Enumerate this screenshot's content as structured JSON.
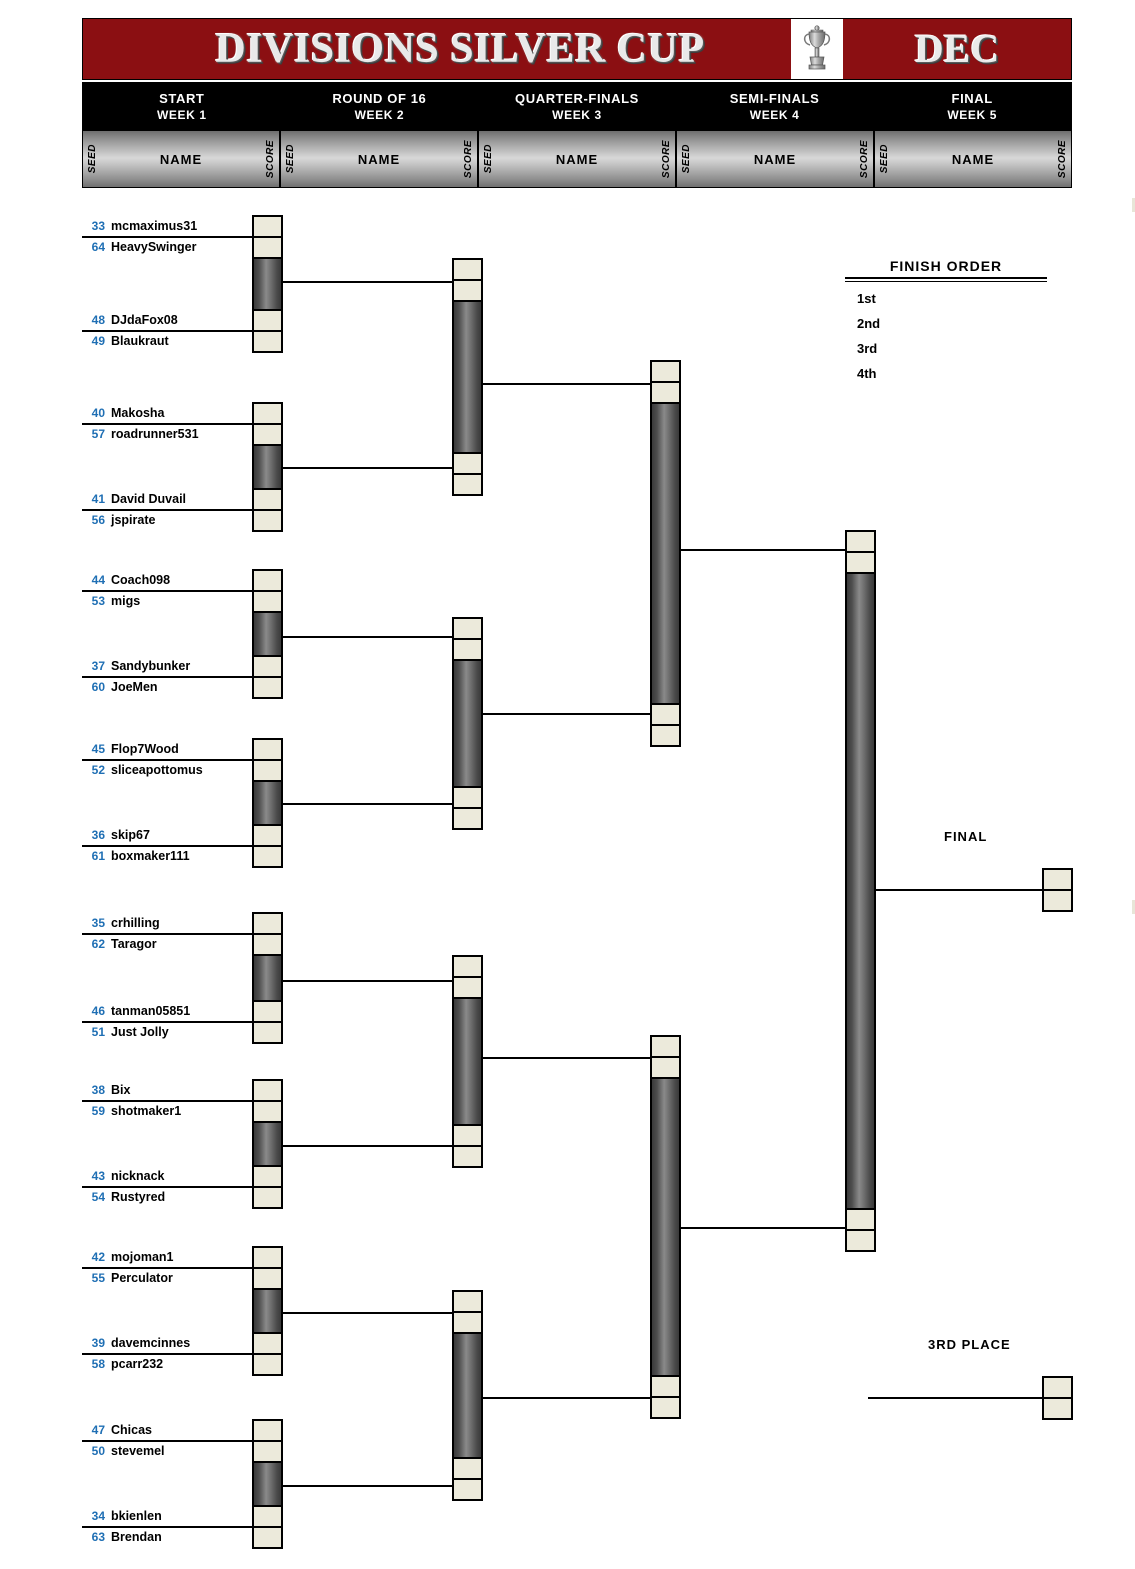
{
  "header": {
    "title": "DIVISIONS SILVER CUP",
    "month": "DEC",
    "trophy_icon": "trophy-icon",
    "banner_color": "#8b0f12",
    "rounds": [
      {
        "name": "START",
        "week": "WEEK 1"
      },
      {
        "name": "ROUND OF 16",
        "week": "WEEK 2"
      },
      {
        "name": "QUARTER-FINALS",
        "week": "WEEK 3"
      },
      {
        "name": "SEMI-FINALS",
        "week": "WEEK 4"
      },
      {
        "name": "FINAL",
        "week": "WEEK 5"
      }
    ],
    "columns": {
      "seed": "SEED",
      "name": "NAME",
      "score": "SCORE"
    }
  },
  "finish_order": {
    "title": "FINISH ORDER",
    "rows": [
      {
        "place": "1st",
        "winner": ""
      },
      {
        "place": "2nd",
        "winner": ""
      },
      {
        "place": "3rd",
        "winner": ""
      },
      {
        "place": "4th",
        "winner": ""
      }
    ]
  },
  "captions": {
    "final": "FINAL",
    "third_place": "3RD PLACE"
  },
  "seed_color": "#1f6fb4",
  "score_box_color": "#eceadb",
  "bracket": {
    "round1": [
      {
        "seed": "33",
        "name": "mcmaximus31",
        "score": ""
      },
      {
        "seed": "64",
        "name": "HeavySwinger",
        "score": ""
      },
      {
        "seed": "48",
        "name": "DJdaFox08",
        "score": ""
      },
      {
        "seed": "49",
        "name": "Blaukraut",
        "score": ""
      },
      {
        "seed": "40",
        "name": "Makosha",
        "score": ""
      },
      {
        "seed": "57",
        "name": "roadrunner531",
        "score": ""
      },
      {
        "seed": "41",
        "name": "David Duvail",
        "score": ""
      },
      {
        "seed": "56",
        "name": "jspirate",
        "score": ""
      },
      {
        "seed": "44",
        "name": "Coach098",
        "score": ""
      },
      {
        "seed": "53",
        "name": "migs",
        "score": ""
      },
      {
        "seed": "37",
        "name": "Sandybunker",
        "score": ""
      },
      {
        "seed": "60",
        "name": "JoeMen",
        "score": ""
      },
      {
        "seed": "45",
        "name": "Flop7Wood",
        "score": ""
      },
      {
        "seed": "52",
        "name": "sliceapottomus",
        "score": ""
      },
      {
        "seed": "36",
        "name": "skip67",
        "score": ""
      },
      {
        "seed": "61",
        "name": "boxmaker111",
        "score": ""
      },
      {
        "seed": "35",
        "name": "crhilling",
        "score": ""
      },
      {
        "seed": "62",
        "name": "Taragor",
        "score": ""
      },
      {
        "seed": "46",
        "name": "tanman05851",
        "score": ""
      },
      {
        "seed": "51",
        "name": "Just Jolly",
        "score": ""
      },
      {
        "seed": "38",
        "name": "Bix",
        "score": ""
      },
      {
        "seed": "59",
        "name": "shotmaker1",
        "score": ""
      },
      {
        "seed": "43",
        "name": "nicknack",
        "score": ""
      },
      {
        "seed": "54",
        "name": "Rustyred",
        "score": ""
      },
      {
        "seed": "42",
        "name": "mojoman1",
        "score": ""
      },
      {
        "seed": "55",
        "name": "Perculator",
        "score": ""
      },
      {
        "seed": "39",
        "name": "davemcinnes",
        "score": ""
      },
      {
        "seed": "58",
        "name": "pcarr232",
        "score": ""
      },
      {
        "seed": "47",
        "name": "Chicas",
        "score": ""
      },
      {
        "seed": "50",
        "name": "stevemel",
        "score": ""
      },
      {
        "seed": "34",
        "name": "bkienlen",
        "score": ""
      },
      {
        "seed": "63",
        "name": "Brendan",
        "score": ""
      }
    ],
    "round2": [
      {
        "seed": "",
        "name": "",
        "score": ""
      },
      {
        "seed": "",
        "name": "",
        "score": ""
      },
      {
        "seed": "",
        "name": "",
        "score": ""
      },
      {
        "seed": "",
        "name": "",
        "score": ""
      },
      {
        "seed": "",
        "name": "",
        "score": ""
      },
      {
        "seed": "",
        "name": "",
        "score": ""
      },
      {
        "seed": "",
        "name": "",
        "score": ""
      },
      {
        "seed": "",
        "name": "",
        "score": ""
      },
      {
        "seed": "",
        "name": "",
        "score": ""
      },
      {
        "seed": "",
        "name": "",
        "score": ""
      },
      {
        "seed": "",
        "name": "",
        "score": ""
      },
      {
        "seed": "",
        "name": "",
        "score": ""
      },
      {
        "seed": "",
        "name": "",
        "score": ""
      },
      {
        "seed": "",
        "name": "",
        "score": ""
      },
      {
        "seed": "",
        "name": "",
        "score": ""
      },
      {
        "seed": "",
        "name": "",
        "score": ""
      }
    ],
    "round3": [
      {
        "seed": "",
        "name": "",
        "score": ""
      },
      {
        "seed": "",
        "name": "",
        "score": ""
      },
      {
        "seed": "",
        "name": "",
        "score": ""
      },
      {
        "seed": "",
        "name": "",
        "score": ""
      },
      {
        "seed": "",
        "name": "",
        "score": ""
      },
      {
        "seed": "",
        "name": "",
        "score": ""
      },
      {
        "seed": "",
        "name": "",
        "score": ""
      },
      {
        "seed": "",
        "name": "",
        "score": ""
      }
    ],
    "round4": [
      {
        "seed": "",
        "name": "",
        "score": ""
      },
      {
        "seed": "",
        "name": "",
        "score": ""
      },
      {
        "seed": "",
        "name": "",
        "score": ""
      },
      {
        "seed": "",
        "name": "",
        "score": ""
      }
    ],
    "round5": [
      {
        "seed": "",
        "name": "",
        "score": ""
      },
      {
        "seed": "",
        "name": "",
        "score": ""
      }
    ],
    "third_place": [
      {
        "seed": "",
        "name": "",
        "score": ""
      },
      {
        "seed": "",
        "name": "",
        "score": ""
      }
    ]
  }
}
